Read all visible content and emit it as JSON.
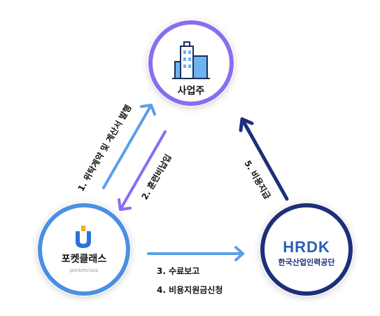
{
  "nodes": {
    "employer": {
      "label": "사업주"
    },
    "pocketclass": {
      "label": "포켓클래스",
      "sublabel": "pocketclass"
    },
    "hrdk": {
      "logo_text": "HRDK",
      "label": "한국산업인력공단"
    }
  },
  "steps": {
    "step1": "1. 위탁계약 및 계산서 발행",
    "step2": "2. 훈련비납입",
    "step3": "3. 수료보고",
    "step4": "4. 비용지원금신청",
    "step5": "5. 비용지급"
  },
  "colors": {
    "employer_ring": "#8b6cf0",
    "pocketclass_ring": "#4a90e2",
    "hrdk_ring": "#1e2f7a",
    "arrow_blue": "#5aa0e6",
    "arrow_purple": "#8b6cf0",
    "arrow_navy": "#1e2f7a"
  }
}
